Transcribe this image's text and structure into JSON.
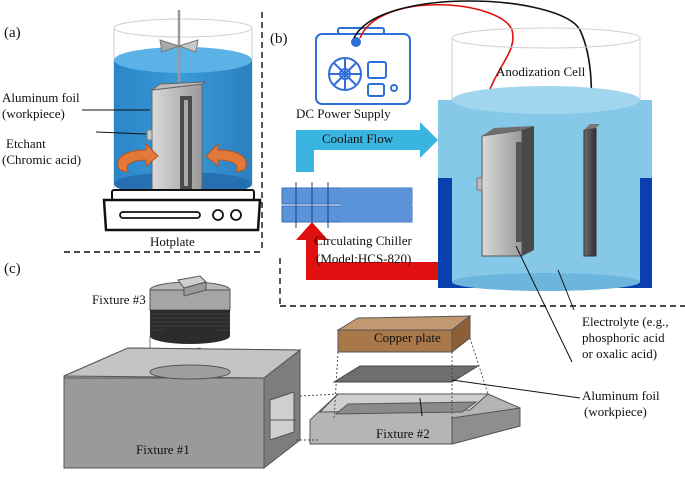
{
  "panels": {
    "a": "(a)",
    "b": "(b)",
    "c": "(c)"
  },
  "panel_a": {
    "foil_line1": "Aluminum foil",
    "foil_line2": "(workpiece)",
    "etchant_line1": "Etchant",
    "etchant_line2": "(Chromic acid)",
    "hotplate": "Hotplate"
  },
  "panel_b": {
    "power_supply": "DC Power Supply",
    "cell": "Anodization Cell",
    "coolant": "Coolant Flow",
    "chiller_line1": "Circulating Chiller",
    "chiller_line2": "(Model:HCS-820)",
    "electrolyte_line1": "Electrolyte (e.g.,",
    "electrolyte_line2": "phosphoric acid",
    "electrolyte_line3": "or oxalic acid)"
  },
  "panel_c": {
    "fixture3": "Fixture #3",
    "fixture1": "Fixture #1",
    "fixture2": "Fixture #2",
    "copper": "Copper plate",
    "foil_line1": "Aluminum foil",
    "foil_line2": "(workpiece)"
  },
  "colors": {
    "etchant_blue": "#2f8fd0",
    "electrolyte_blue": "#0a3fb0",
    "coolant_cyan": "#3ab4e0",
    "return_red": "#e01010",
    "copper": "#a9784a",
    "icon_blue": "#2e6fd8"
  },
  "icons": [
    "power-supply-icon",
    "hotplate-icon",
    "stirrer-icon",
    "rotation-arrows-icon"
  ]
}
